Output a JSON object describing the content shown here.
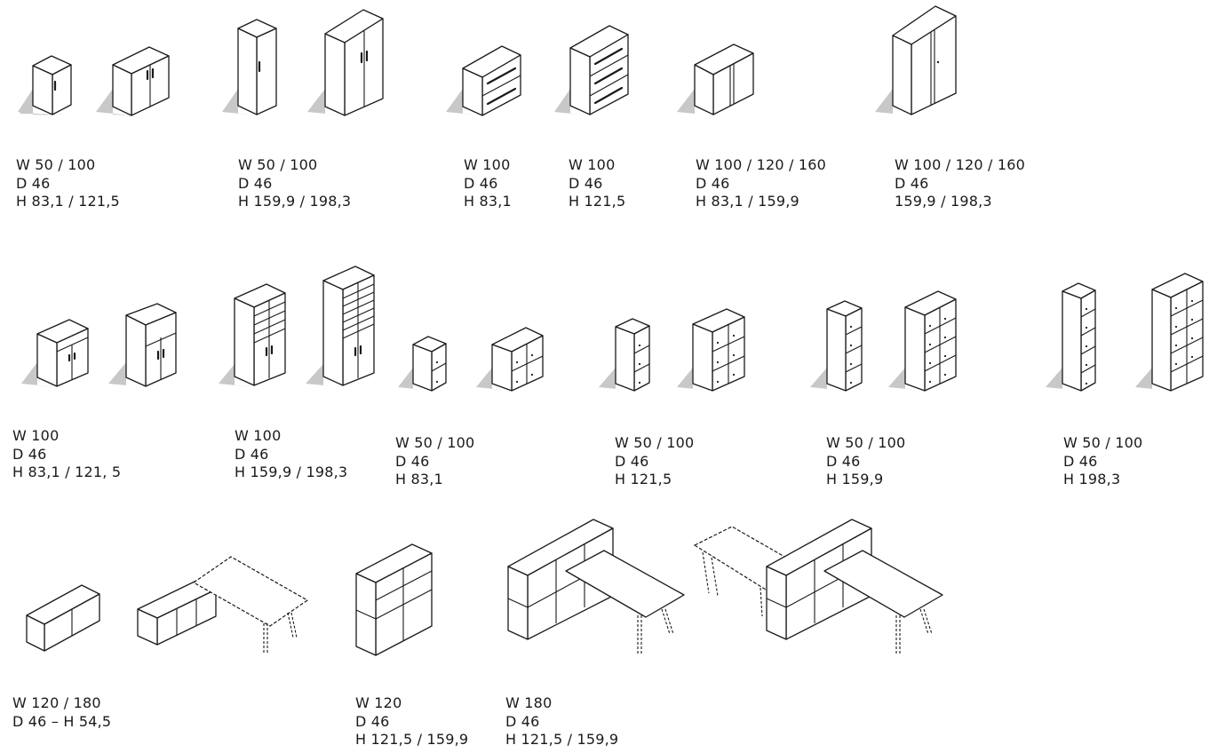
{
  "specs": [
    {
      "lines": [
        "W 50 / 100",
        "D 46",
        "H 83,1 / 121,5"
      ]
    },
    {
      "lines": [
        "W 50 / 100",
        "D 46",
        "H 159,9 / 198,3"
      ]
    },
    {
      "lines": [
        "W 100",
        "D 46",
        "H 83,1"
      ]
    },
    {
      "lines": [
        "W 100",
        "D 46",
        "H 121,5"
      ]
    },
    {
      "lines": [
        "W 100 / 120 / 160",
        "D 46",
        "H 83,1 / 159,9"
      ]
    },
    {
      "lines": [
        "W 100 / 120 / 160",
        "D 46",
        "159,9 / 198,3"
      ]
    },
    {
      "lines": [
        "W 100",
        "D 46",
        "H 83,1 / 121, 5"
      ]
    },
    {
      "lines": [
        "W 100",
        "D 46",
        "H 159,9 / 198,3"
      ]
    },
    {
      "lines": [
        "W 50 / 100",
        "D 46",
        "H 83,1"
      ]
    },
    {
      "lines": [
        "W 50 / 100",
        "D 46",
        "H 121,5"
      ]
    },
    {
      "lines": [
        "W 50 / 100",
        "D 46",
        "H 159,9"
      ]
    },
    {
      "lines": [
        "W 50 / 100",
        "D 46",
        "H 198,3"
      ]
    },
    {
      "lines": [
        "W 120 / 180",
        "D 46 – H 54,5"
      ]
    },
    {
      "lines": [
        "W 120",
        "D 46",
        "H 121,5 / 159,9"
      ]
    },
    {
      "lines": [
        "W 180",
        "D 46",
        "H 121,5 / 159,9"
      ]
    }
  ]
}
